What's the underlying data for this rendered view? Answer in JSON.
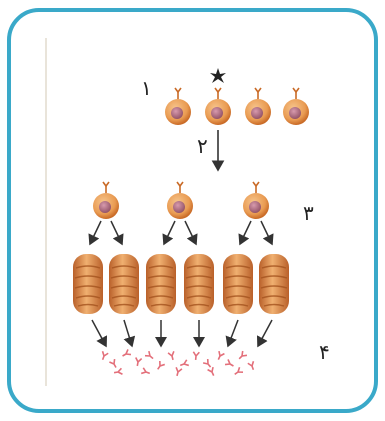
{
  "diagram": {
    "colors": {
      "frame": "#3aa9c9",
      "cell_fill": "#e99b52",
      "cell_dark": "#c96a26",
      "nucleus": "#a9637a",
      "plasma_fill": "#d8894a",
      "plasma_stripe": "#a4521e",
      "arrow": "#333333",
      "antibody": "#e36f7a",
      "antigen": "#222222",
      "side_line": "#e9e4da"
    },
    "icons": {
      "cell": "b-lymphocyte-icon",
      "antigen": "antigen-star-icon",
      "plasma": "plasma-cell-icon",
      "antibody": "antibody-icon"
    },
    "labels": {
      "step1": "۱",
      "step2": "۲",
      "step3": "۳",
      "step4": "۴"
    }
  }
}
